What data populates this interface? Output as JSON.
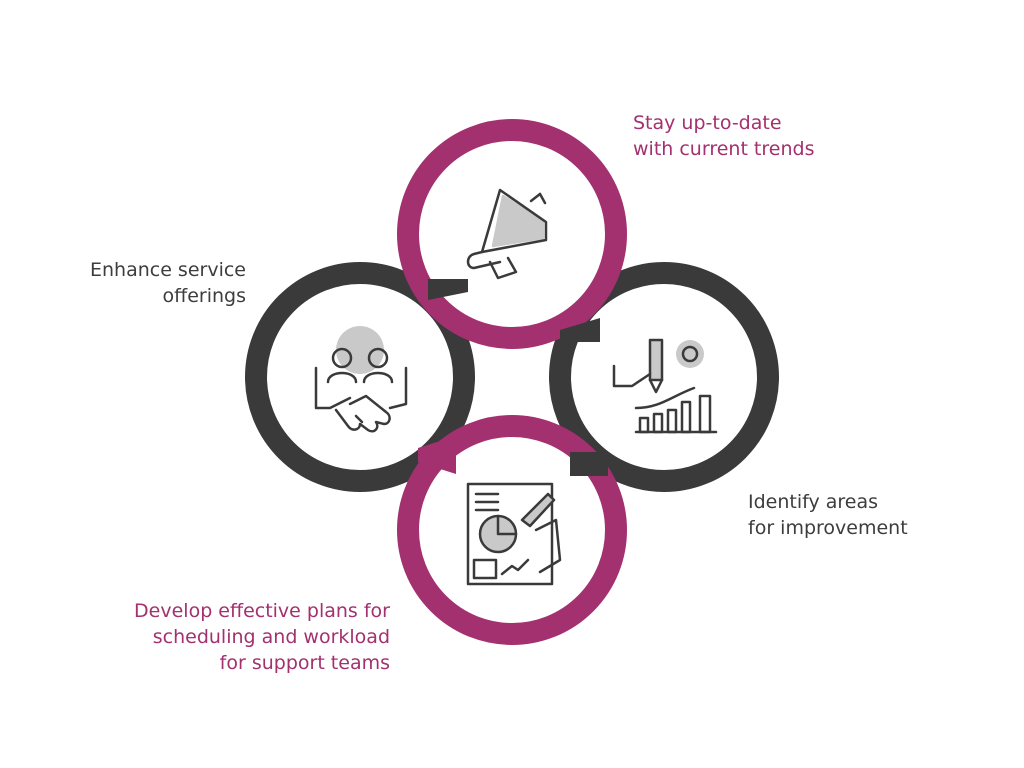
{
  "colors": {
    "magenta": "#a3306f",
    "dark": "#3a3a3a",
    "icon_stroke": "#3a3a3a",
    "icon_fill": "#c9c9c9",
    "background": "#ffffff"
  },
  "items": [
    {
      "id": "top",
      "icon": "megaphone-icon",
      "ring_color": "magenta",
      "lines": [
        "Stay up-to-date",
        "with current trends"
      ]
    },
    {
      "id": "left",
      "icon": "handshake-icon",
      "ring_color": "dark",
      "lines": [
        "Enhance service",
        "offerings"
      ]
    },
    {
      "id": "right",
      "icon": "growth-chart-icon",
      "ring_color": "dark",
      "lines": [
        "Identify areas",
        "for improvement"
      ]
    },
    {
      "id": "bottom",
      "icon": "planning-report-icon",
      "ring_color": "magenta",
      "lines": [
        "Develop effective plans for",
        "scheduling and workload",
        "for support teams"
      ]
    }
  ]
}
